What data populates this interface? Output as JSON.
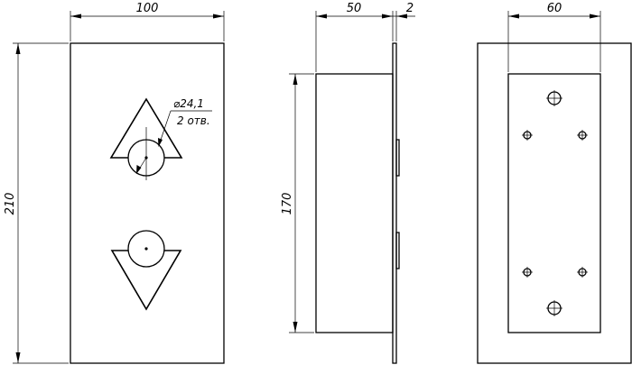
{
  "front_view": {
    "width_dim": "100",
    "height_dim": "210",
    "hole_note_diameter": "⌀24,1",
    "hole_note_count": "2 отв."
  },
  "side_view": {
    "depth_dim": "50",
    "plate_dim": "2",
    "box_height_dim": "170"
  },
  "back_view": {
    "box_width_dim": "60"
  }
}
